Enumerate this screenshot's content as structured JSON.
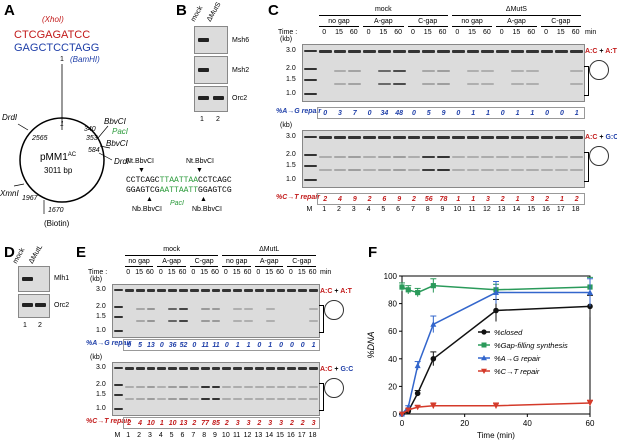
{
  "panels": {
    "A": {
      "label": "A",
      "top_seq": "CTCGAGATCC",
      "bottom_seq": "GAGCTCCTAGG",
      "xhoi": "(XhoI)",
      "bamhi": "(BamHI)",
      "one": "1",
      "plasmid": "pMM1",
      "plasmid_sup": "AC",
      "size": "3011 bp",
      "features": {
        "bbvci1": "BbvCI",
        "paci": "PacI",
        "bbvci2": "BbvCI",
        "drdi_left": "DrdI",
        "drdi_right": "DrdI",
        "xmni": "XmnI",
        "biotin": "(Biotin)"
      },
      "positions": {
        "p1": "1",
        "p340": "340",
        "p353": "353",
        "p584": "584",
        "p2565": "2565",
        "p1967": "1967",
        "p1670": "1670"
      },
      "nick_top_left": "Nt.BbvCI",
      "nick_top_right": "Nt.BbvCI",
      "nick_bot_left": "Nb.BbvCI",
      "nick_bot_right": "Nb.BbvCI",
      "seq_top": [
        "CCTCAGC",
        "TTAATTAA",
        "CCTCAGC"
      ],
      "seq_bot": [
        "GGAGTCG",
        "AATTAATT",
        "GGAGTCG"
      ],
      "paci_label": "PacI"
    },
    "B": {
      "label": "B",
      "cols": [
        "mock",
        "ΔMutS"
      ],
      "rows": [
        "Msh6",
        "Msh2",
        "Orc2"
      ],
      "lanes": [
        "1",
        "2"
      ]
    },
    "C": {
      "label": "C",
      "groups": [
        "mock",
        "ΔMutS"
      ],
      "subgroups": [
        "no gap",
        "A-gap",
        "C-gap",
        "no gap",
        "A-gap",
        "C-gap"
      ],
      "time_label": "Time :",
      "min_label": "min",
      "times": [
        "0",
        "15",
        "60"
      ],
      "kb": "(kb)",
      "markers": [
        "3.0",
        "2.0",
        "1.5",
        "1.0"
      ],
      "top_mismatch": [
        "A:C",
        "A:T"
      ],
      "bot_mismatch": [
        "A:C",
        "G:C"
      ],
      "plus": "+",
      "repair_label_top": "%A→G repair",
      "repair_top": [
        "0",
        "3",
        "7",
        "0",
        "34",
        "48",
        "0",
        "5",
        "9",
        "0",
        "1",
        "1",
        "0",
        "1",
        "1",
        "0",
        "0",
        "1"
      ],
      "repair_label_bot": "%C→T repair",
      "repair_bot": [
        "2",
        "4",
        "9",
        "2",
        "6",
        "9",
        "2",
        "56",
        "78",
        "1",
        "1",
        "3",
        "2",
        "1",
        "3",
        "2",
        "1",
        "2"
      ],
      "lanes": [
        "M",
        "1",
        "2",
        "3",
        "4",
        "5",
        "6",
        "7",
        "8",
        "9",
        "10",
        "11",
        "12",
        "13",
        "14",
        "15",
        "16",
        "17",
        "18"
      ]
    },
    "D": {
      "label": "D",
      "cols": [
        "mock",
        "ΔMutL"
      ],
      "rows": [
        "Mlh1",
        "Orc2"
      ],
      "lanes": [
        "1",
        "2"
      ]
    },
    "E": {
      "label": "E",
      "groups": [
        "mock",
        "ΔMutL"
      ],
      "subgroups": [
        "no gap",
        "A-gap",
        "C-gap",
        "no gap",
        "A-gap",
        "C-gap"
      ],
      "time_label": "Time :",
      "min_label": "min",
      "times": [
        "0",
        "15",
        "60"
      ],
      "kb": "(kb)",
      "markers": [
        "3.0",
        "2.0",
        "1.5",
        "1.0"
      ],
      "top_mismatch": [
        "A:C",
        "A:T"
      ],
      "bot_mismatch": [
        "A:C",
        "G:C"
      ],
      "plus": "+",
      "repair_label_top": "%A→G repair",
      "repair_top": [
        "0",
        "5",
        "13",
        "0",
        "36",
        "52",
        "0",
        "11",
        "11",
        "0",
        "1",
        "1",
        "0",
        "1",
        "0",
        "0",
        "0",
        "1"
      ],
      "repair_label_bot": "%C→T repair",
      "repair_bot": [
        "2",
        "4",
        "10",
        "1",
        "10",
        "13",
        "2",
        "77",
        "85",
        "2",
        "3",
        "3",
        "2",
        "3",
        "3",
        "2",
        "2",
        "3"
      ],
      "lanes": [
        "M",
        "1",
        "2",
        "3",
        "4",
        "5",
        "6",
        "7",
        "8",
        "9",
        "10",
        "11",
        "12",
        "13",
        "14",
        "15",
        "16",
        "17",
        "18"
      ]
    },
    "F": {
      "label": "F"
    }
  },
  "chart_data": {
    "type": "line",
    "xlabel": "Time (min)",
    "ylabel": "%DNA",
    "xlim": [
      0,
      60
    ],
    "ylim": [
      0,
      100
    ],
    "xticks": [
      "0",
      "20",
      "40",
      "60"
    ],
    "yticks": [
      "0",
      "20",
      "40",
      "60",
      "80",
      "100"
    ],
    "legend_position": "right",
    "series": [
      {
        "name": "%closed",
        "color": "#111111",
        "marker": "circle",
        "x": [
          0,
          2,
          5,
          10,
          30,
          60
        ],
        "y": [
          0,
          2,
          15,
          40,
          75,
          78
        ],
        "err": [
          0,
          1,
          2,
          5,
          8,
          8
        ]
      },
      {
        "name": "%Gap-filling synthesis",
        "color": "#2a9a5a",
        "marker": "square",
        "x": [
          0,
          2,
          5,
          10,
          30,
          60
        ],
        "y": [
          92,
          90,
          88,
          93,
          90,
          92
        ],
        "err": [
          3,
          3,
          3,
          5,
          4,
          7
        ]
      },
      {
        "name": "%A→G repair",
        "color": "#3366cc",
        "marker": "triangle",
        "x": [
          0,
          2,
          5,
          10,
          30,
          60
        ],
        "y": [
          0,
          5,
          35,
          65,
          88,
          88
        ],
        "err": [
          0,
          1,
          3,
          6,
          8,
          10
        ]
      },
      {
        "name": "%C→T repair",
        "color": "#d43a2a",
        "marker": "invtriangle",
        "x": [
          0,
          2,
          5,
          10,
          30,
          60
        ],
        "y": [
          0,
          3,
          5,
          6,
          6,
          8
        ],
        "err": [
          0,
          1,
          1,
          2,
          2,
          2
        ]
      }
    ]
  }
}
